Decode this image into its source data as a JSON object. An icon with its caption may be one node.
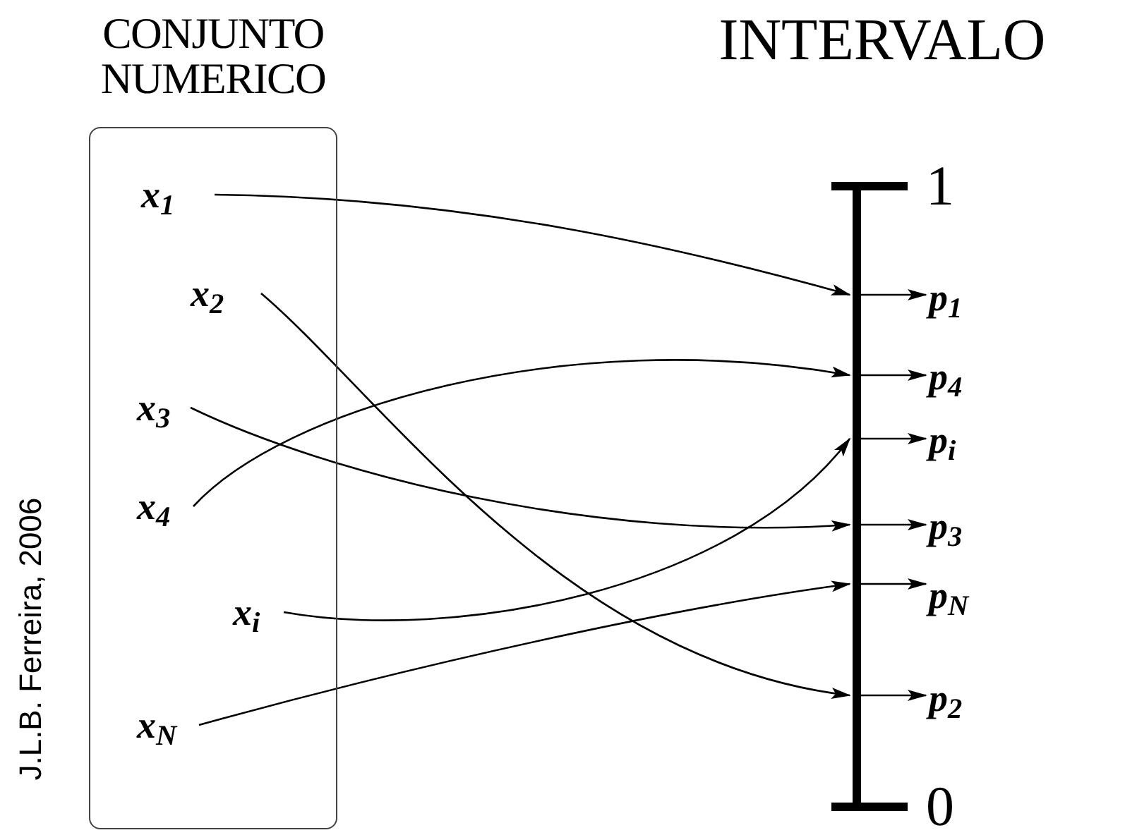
{
  "diagram": {
    "nodes": [
      {
        "text": [
          "CONJUNTO NUMERICO"
        ]
      },
      {
        "text": [
          "x$_{1}$"
        ],
        "in": 0
      },
      {
        "text": [
          "x$_{2}$"
        ],
        "in": 0
      },
      {
        "text": [
          "x$_{3}$"
        ],
        "in": 0
      },
      {
        "text": [
          "x$_{4}$"
        ],
        "in": 0
      },
      {
        "text": [
          "x$_{i}$"
        ],
        "in": 0
      },
      {
        "text": [
          "x$_{N}$"
        ],
        "in": 0
      },
      {
        "text": [],
        "shape": "bar"
      },
      {
        "text": [
          "p$_{1}$"
        ]
      },
      {
        "text": [
          "p$_{4}$"
        ]
      },
      {
        "text": [
          "p$_{i}$"
        ]
      },
      {
        "text": [
          "p$_{3}$"
        ]
      },
      {
        "text": [
          "p$_{N}$"
        ]
      },
      {
        "text": [
          "p$_{2}$"
        ]
      }
    ],
    "edges": [
      {
        "from": 1,
        "to": 7,
        "arrow": "to"
      },
      {
        "from": 2,
        "to": 7,
        "arrow": "to"
      },
      {
        "from": 3,
        "to": 7,
        "arrow": "to"
      },
      {
        "from": 4,
        "to": 7,
        "arrow": "to"
      },
      {
        "from": 5,
        "to": 7,
        "arrow": "to"
      },
      {
        "from": 6,
        "to": 7,
        "arrow": "to"
      },
      {
        "from": 7,
        "to": 8,
        "arrow": "to"
      },
      {
        "from": 7,
        "to": 9,
        "arrow": "to"
      },
      {
        "from": 7,
        "to": 10,
        "arrow": "to"
      },
      {
        "from": 7,
        "to": 11,
        "arrow": "to"
      },
      {
        "from": 7,
        "to": 12,
        "arrow": "to"
      },
      {
        "from": 7,
        "to": 13,
        "arrow": "to"
      }
    ],
    "labels": [
      "INTERVALO",
      "1",
      "0",
      "J.L.B. Ferreira, 2006"
    ]
  }
}
